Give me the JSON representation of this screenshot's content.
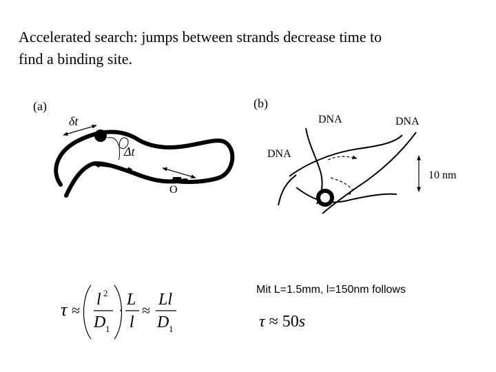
{
  "slide": {
    "title_line1": "Accelerated search: jumps between strands decrease time to",
    "title_line2": "find a binding site."
  },
  "figure_a": {
    "panel_label": "(a)",
    "delta_t_small": "δt",
    "delta_t_big": "Δt",
    "site_label": "O"
  },
  "figure_b": {
    "panel_label": "(b)",
    "dna_top_left": "DNA",
    "dna_top_right": "DNA",
    "dna_left": "DNA",
    "scale_label": "10 nm"
  },
  "formula": {
    "tau": "τ",
    "approx": "≈",
    "l_sq": "l",
    "exp": "2",
    "D1": "D",
    "sub1": "1",
    "dot": "·",
    "L": "L",
    "l": "l",
    "Ll": "Ll"
  },
  "note": {
    "text": "Mit L=1.5mm, l=150nm follows"
  },
  "result": {
    "tau": "τ",
    "approx": "≈",
    "value": "50",
    "unit": "s"
  }
}
